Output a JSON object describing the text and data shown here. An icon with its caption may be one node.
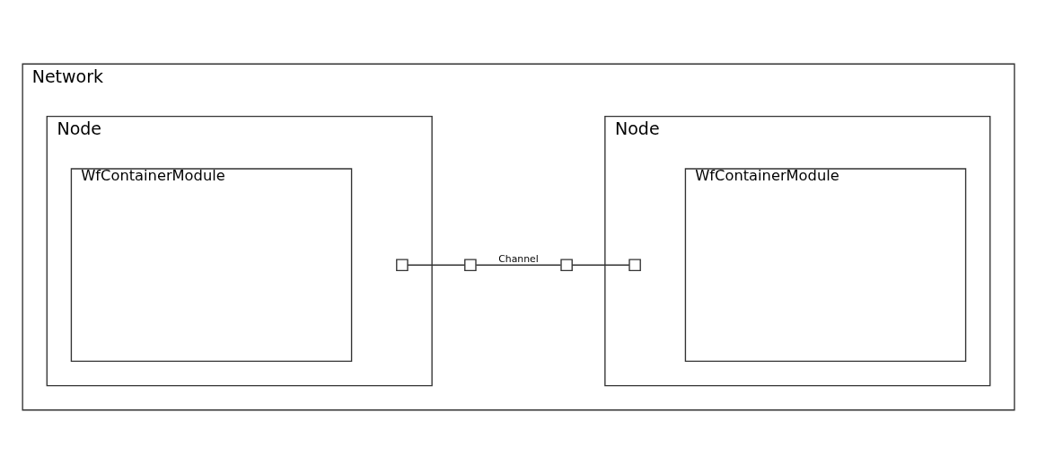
{
  "diagram": {
    "nodes": [
      {
        "text": [
          "Network"
        ]
      },
      {
        "text": [
          "Node"
        ],
        "in": 0
      },
      {
        "text": [
          "WfContainerModule"
        ],
        "in": 1
      },
      {
        "text": [],
        "shape": "box",
        "in": 1
      },
      {
        "text": [],
        "shape": "box",
        "in": 0
      },
      {
        "text": [],
        "shape": "box",
        "in": 0
      },
      {
        "text": [
          "Node"
        ],
        "in": 0
      },
      {
        "text": [
          "WfContainerModule"
        ],
        "in": 6
      },
      {
        "text": [],
        "shape": "box",
        "in": 6
      }
    ],
    "edges": [
      {
        "from": 3,
        "to": 4,
        "arrow": "none"
      },
      {
        "from": 4,
        "to": 5,
        "arrow": "none",
        "label": "Channel"
      },
      {
        "from": 5,
        "to": 8,
        "arrow": "none"
      }
    ]
  }
}
